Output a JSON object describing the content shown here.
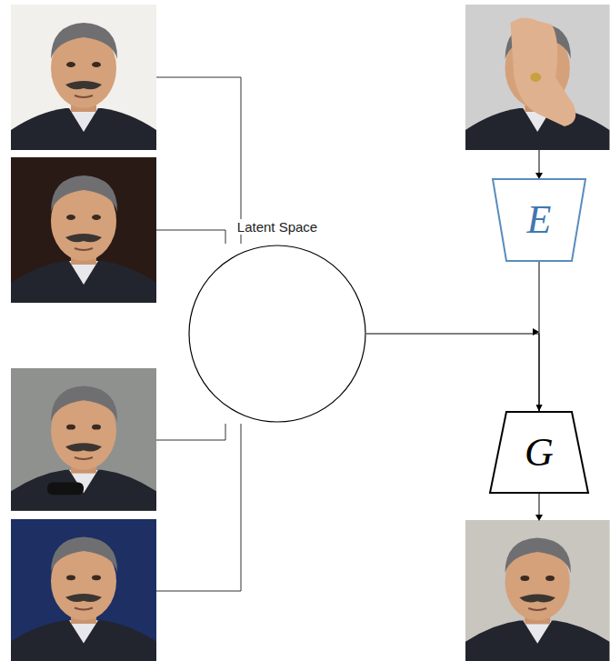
{
  "diagram": {
    "nodes": [
      {
        "text": [
          "Latent Space"
        ]
      },
      {
        "text": [
          "E"
        ]
      },
      {
        "text": [
          "G"
        ]
      }
    ],
    "edges": [
      {
        "from": 1,
        "to": 2,
        "arrow": "to"
      },
      {
        "from": 0,
        "to": 2,
        "arrow": "to"
      }
    ]
  }
}
